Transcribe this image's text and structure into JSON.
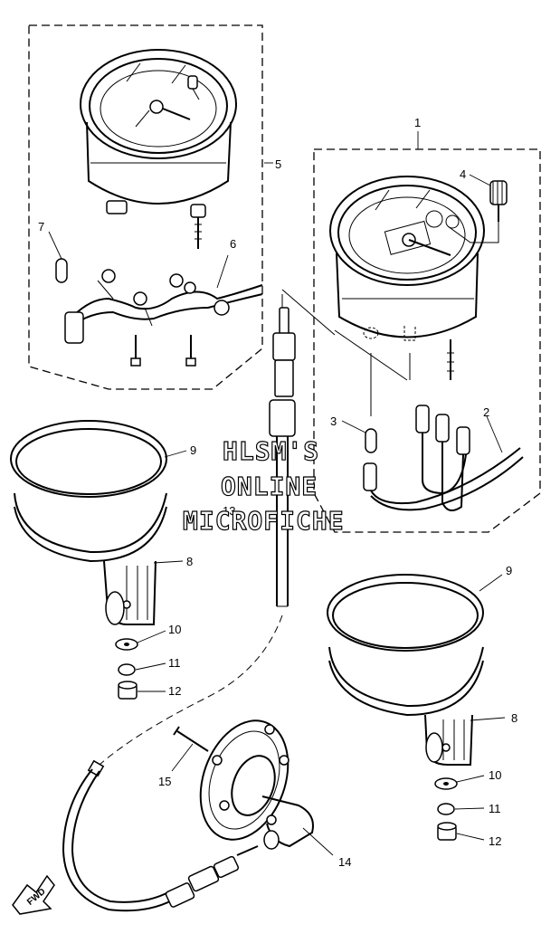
{
  "callouts": {
    "c1": "1",
    "c2": "2",
    "c3": "3",
    "c4": "4",
    "c5": "5",
    "c6": "6",
    "c7": "7",
    "c8a": "8",
    "c8b": "8",
    "c9a": "9",
    "c9b": "9",
    "c10a": "10",
    "c10b": "10",
    "c11a": "11",
    "c11b": "11",
    "c12a": "12",
    "c12b": "12",
    "c13": "13",
    "c14": "14",
    "c15": "15"
  },
  "watermark": {
    "line1": "HLSM'S",
    "line2": "ONLINE",
    "line3": "MICROFICHE"
  },
  "fwd_label": "FWD"
}
